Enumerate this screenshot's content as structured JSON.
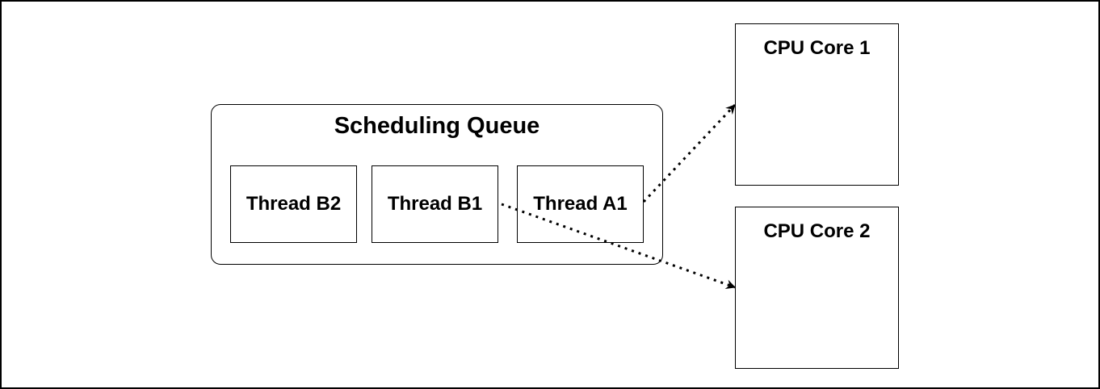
{
  "queue": {
    "title": "Scheduling Queue",
    "threads": [
      {
        "label": "Thread B2"
      },
      {
        "label": "Thread B1"
      },
      {
        "label": "Thread A1"
      }
    ]
  },
  "cores": [
    {
      "label": "CPU Core 1"
    },
    {
      "label": "CPU Core 2"
    }
  ],
  "connectors": [
    {
      "from": "Thread A1",
      "to": "CPU Core 1",
      "style": "dotted-arrow"
    },
    {
      "from": "Thread B1",
      "to": "CPU Core 2",
      "style": "dotted-arrow"
    }
  ],
  "colors": {
    "stroke": "#000000",
    "background": "#ffffff"
  }
}
